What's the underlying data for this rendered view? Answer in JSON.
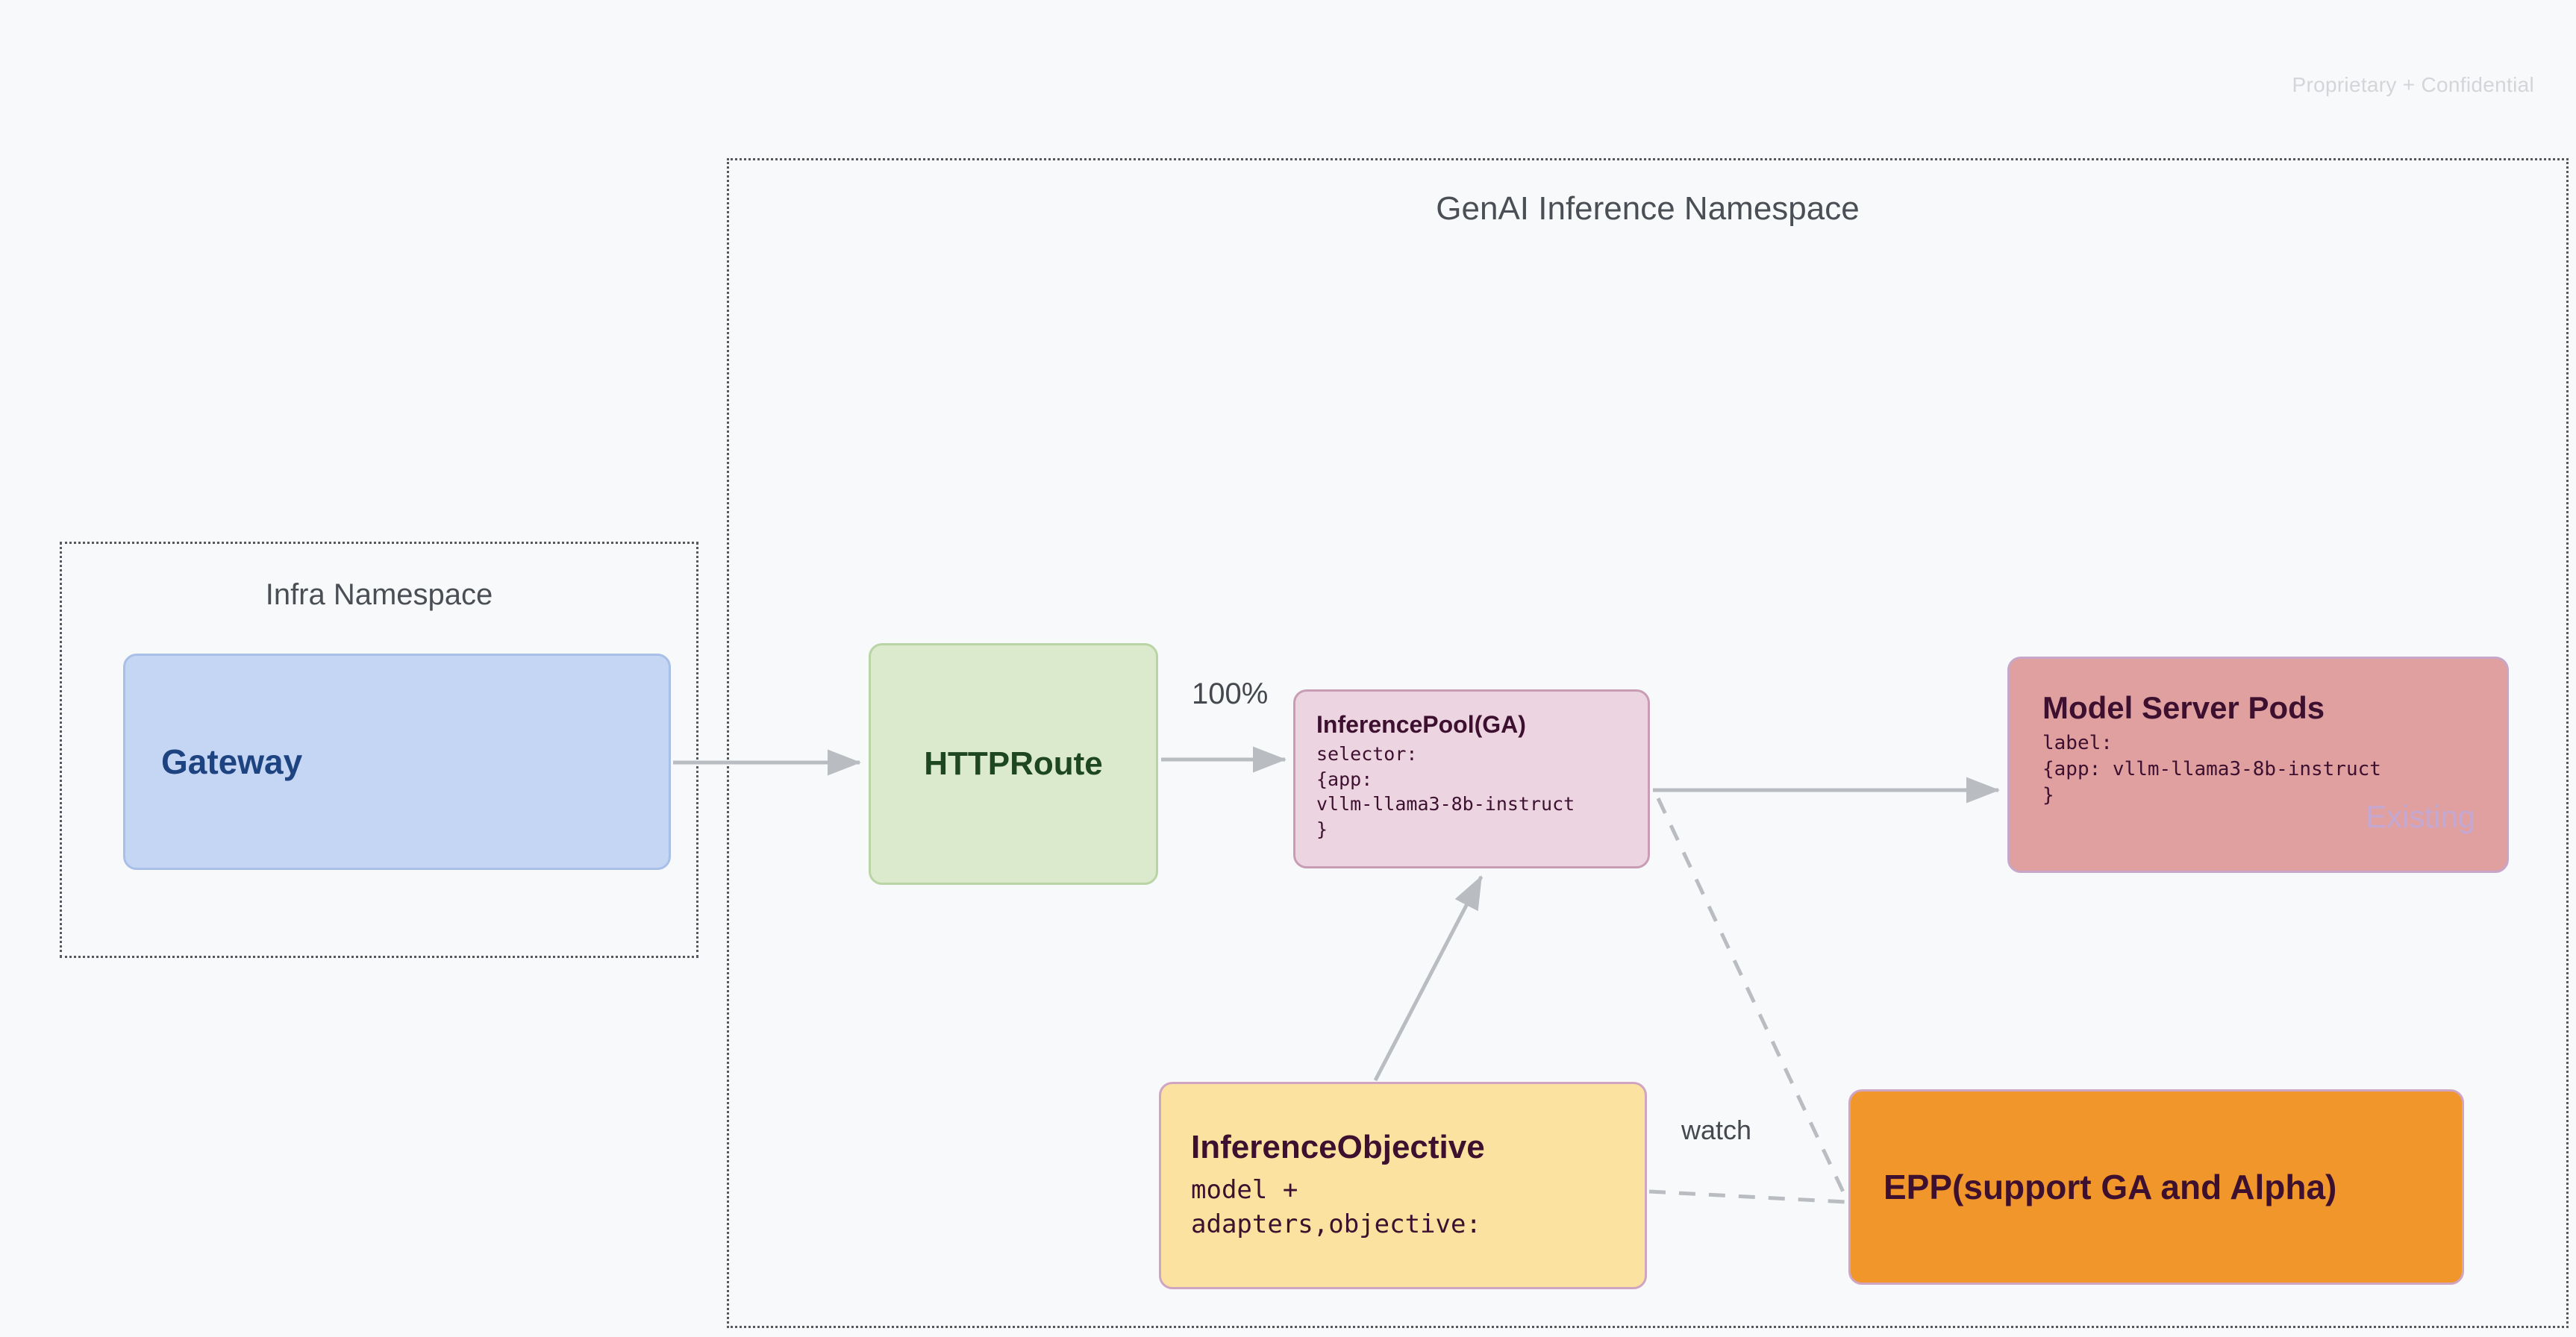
{
  "page": {
    "watermark": "Proprietary + Confidential",
    "background_color": "#f8f9fb"
  },
  "namespaces": [
    {
      "id": "genai",
      "title": "GenAI Inference Namespace",
      "border_style": "dotted",
      "border_color": "#55595f"
    },
    {
      "id": "infra",
      "title": "Infra Namespace",
      "border_style": "dotted",
      "border_color": "#55595f"
    }
  ],
  "nodes": {
    "gateway": {
      "title": "Gateway",
      "fill": "#c5d5f4",
      "border": "#a8bfe8",
      "text_color": "#1d4380"
    },
    "httproute": {
      "title": "HTTPRoute",
      "fill": "#dbeacd",
      "border": "#b9d4a5",
      "text_color": "#1e4620"
    },
    "inferencepool": {
      "title": "InferencePool(GA)",
      "detail": "selector:\n{app:\nvllm-llama3-8b-instruct\n}",
      "fill": "#ecd5e1",
      "border": "#c89cb5",
      "text_color": "#3d1030"
    },
    "modelserver": {
      "title": "Model Server Pods",
      "detail": "label:\n{app: vllm-llama3-8b-instruct\n}",
      "badge": "Existing",
      "fill": "#e0a0a0",
      "border": "#c6a6c9",
      "text_color": "#3d1030",
      "badge_color": "#c4a8d4"
    },
    "inferenceobjective": {
      "title": "InferenceObjective",
      "detail": "model +\nadapters,objective:",
      "fill": "#fbe2a0",
      "border": "#cfa5c2",
      "text_color": "#3d1030"
    },
    "epp": {
      "title": "EPP(support GA and Alpha)",
      "fill": "#f0962b",
      "border": "#cfa5c2",
      "text_color": "#3d1030"
    }
  },
  "edges": {
    "gateway_to_httproute": {
      "label": "",
      "style": "solid"
    },
    "httproute_to_inferencepool": {
      "label": "100%",
      "style": "solid"
    },
    "inferencepool_to_modelserver": {
      "label": "",
      "style": "solid"
    },
    "inferenceobjective_to_inferencepool": {
      "label": "",
      "style": "solid"
    },
    "inferenceobjective_to_epp": {
      "label": "watch",
      "style": "dashed"
    },
    "inferencepool_to_epp": {
      "label": "",
      "style": "dashed"
    }
  }
}
